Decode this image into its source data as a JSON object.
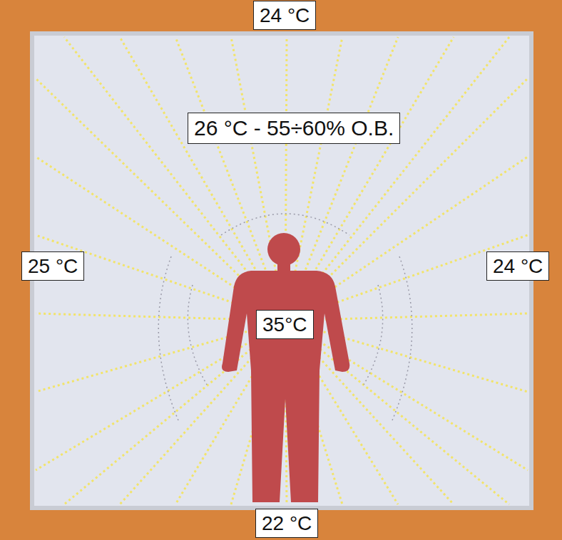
{
  "diagram": {
    "nodes": [
      {
        "text": [
          "24 °C"
        ]
      },
      {
        "text": [
          "26 °C - 55÷60% O.B."
        ]
      },
      {
        "text": [
          "25 °C"
        ]
      },
      {
        "text": [
          "24 °C"
        ]
      },
      {
        "text": [
          "35°C"
        ]
      },
      {
        "text": [
          "22 °C"
        ]
      }
    ]
  }
}
